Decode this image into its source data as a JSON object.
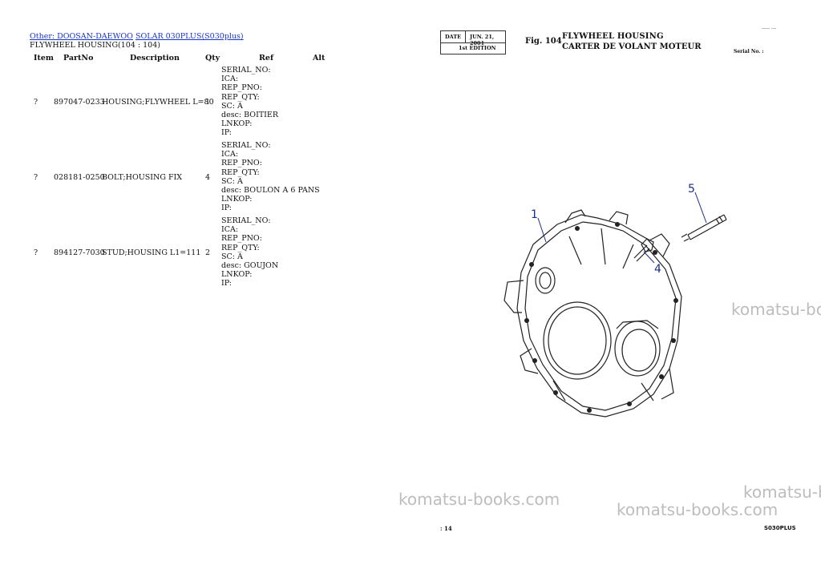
{
  "breadcrumb": {
    "link1": "Other: DOOSAN-DAEWOO",
    "link2": "SOLAR 030PLUS(S030plus)"
  },
  "section_title": "FLYWHEEL HOUSING(104 : 104)",
  "table": {
    "headers": {
      "item": "Item",
      "partno": "PartNo",
      "description": "Description",
      "qty": "Qty",
      "ref": "Ref",
      "alt": "Alt"
    },
    "rows": [
      {
        "item": "?",
        "partno": "897047-0233",
        "description": "HOUSING;FLYWHEEL L=80",
        "qty": "1",
        "ref": [
          "SERIAL_NO:",
          "ICA:",
          "REP_PNO:",
          "REP_QTY:",
          "SC: A",
          "desc: BOITIER",
          "LNKOP:",
          "IP:"
        ]
      },
      {
        "item": "?",
        "partno": "028181-0250",
        "description": "BOLT;HOUSING FIX",
        "qty": "4",
        "ref": [
          "SERIAL_NO:",
          "ICA:",
          "REP_PNO:",
          "REP_QTY:",
          "SC: A",
          "desc: BOULON A 6 PANS",
          "LNKOP:",
          "IP:"
        ]
      },
      {
        "item": "?",
        "partno": "894127-7030",
        "description": "STUD;HOUSING L1=111",
        "qty": "2",
        "ref": [
          "SERIAL_NO:",
          "ICA:",
          "REP_PNO:",
          "REP_QTY:",
          "SC: A",
          "desc: GOUJON",
          "LNKOP:",
          "IP:"
        ]
      }
    ]
  },
  "figure": {
    "date_label": "DATE",
    "date_value": "JUN. 21, 2001",
    "edition": "1st EDITION",
    "fig_number": "Fig. 104",
    "title_en": "FLYWHEEL HOUSING",
    "title_fr": "CARTER DE VOLANT MOTEUR",
    "serial": "Serial No. :",
    "corner_text": "----- ---",
    "callouts": [
      "1",
      "4",
      "5"
    ],
    "page_footer_left": ": 14",
    "page_footer_right": "S030PLUS",
    "watermark": "komatsu-books.com"
  },
  "colors": {
    "link": "#1a33c8",
    "callout": "#1a2e8c",
    "watermark": "#bdbdbd"
  }
}
